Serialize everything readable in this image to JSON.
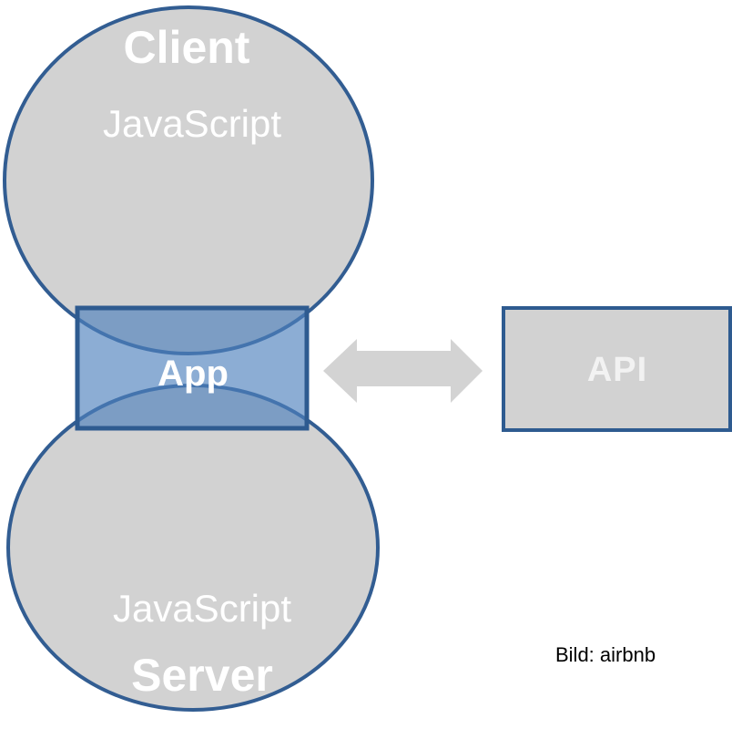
{
  "diagram": {
    "client": {
      "title": "Client",
      "subtitle": "JavaScript"
    },
    "server": {
      "title": "Server",
      "subtitle": "JavaScript"
    },
    "app": {
      "label": "App"
    },
    "api": {
      "label": "API"
    },
    "credit": "Bild: airbnb"
  },
  "icons": {
    "arrow": "bidirectional-horizontal-arrow"
  },
  "colors": {
    "shape_gray": "#d2d2d2",
    "circle_stroke": "#325d92",
    "app_fill": "rgba(79,129,189,0.65)",
    "app_stroke": "#2e5b90",
    "api_fill": "#d2d2d2",
    "api_stroke": "#2e5b90",
    "arrow_gray": "#d3d3d3",
    "text_light": "#ffffff",
    "credit_text": "#000000"
  }
}
